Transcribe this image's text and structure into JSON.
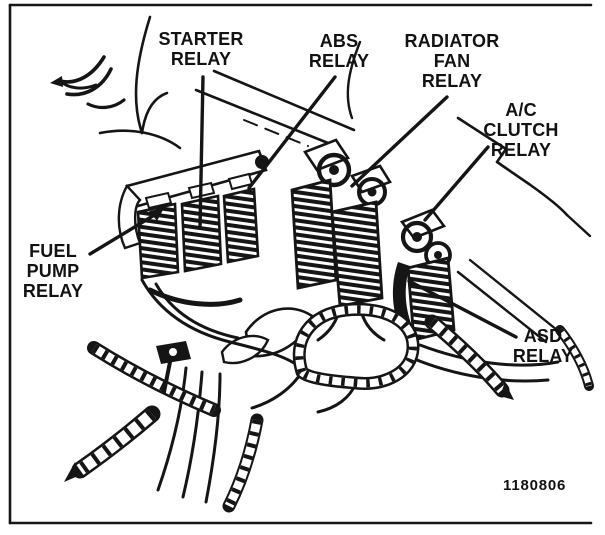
{
  "figure": {
    "labels": {
      "starter": "STARTER\nRELAY",
      "abs": "ABS\nRELAY",
      "radiator_fan": "RADIATOR\nFAN\nRELAY",
      "ac_clutch": "A/C\nCLUTCH\nRELAY",
      "fuel_pump": "FUEL\nPUMP\nRELAY",
      "asd": "ASD\nRELAY"
    },
    "figure_number": "1180806",
    "ink_color": "#151515",
    "paper_color": "#ffffff"
  }
}
